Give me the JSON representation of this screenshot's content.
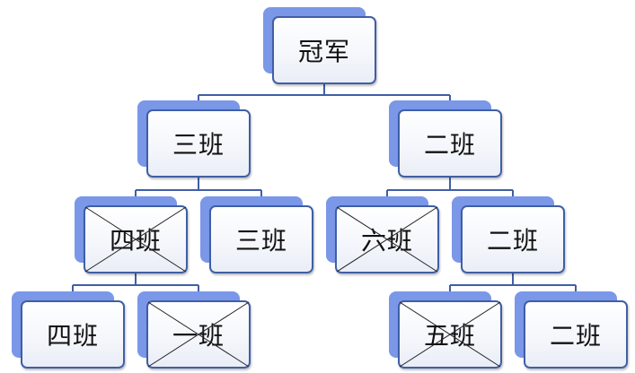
{
  "diagram": {
    "type": "tournament-bracket",
    "line_color": "#3f5fa6",
    "box_border_color": "#3f5fa6",
    "shadow_color": "#7b97e8",
    "nodes": [
      {
        "id": "champion",
        "label": "冠军",
        "eliminated": false
      },
      {
        "id": "left-semi",
        "label": "三班",
        "eliminated": false
      },
      {
        "id": "right-semi",
        "label": "二班",
        "eliminated": false
      },
      {
        "id": "left-quarter-a",
        "label": "四班",
        "eliminated": true
      },
      {
        "id": "left-quarter-b",
        "label": "三班",
        "eliminated": false
      },
      {
        "id": "right-quarter-a",
        "label": "六班",
        "eliminated": true
      },
      {
        "id": "right-quarter-b",
        "label": "二班",
        "eliminated": false
      },
      {
        "id": "left-first-a",
        "label": "四班",
        "eliminated": false
      },
      {
        "id": "left-first-b",
        "label": "一班",
        "eliminated": true
      },
      {
        "id": "right-first-a",
        "label": "五班",
        "eliminated": true
      },
      {
        "id": "right-first-b",
        "label": "二班",
        "eliminated": false
      }
    ],
    "edges": [
      [
        "champion",
        "left-semi"
      ],
      [
        "champion",
        "right-semi"
      ],
      [
        "left-semi",
        "left-quarter-a"
      ],
      [
        "left-semi",
        "left-quarter-b"
      ],
      [
        "right-semi",
        "right-quarter-a"
      ],
      [
        "right-semi",
        "right-quarter-b"
      ],
      [
        "left-quarter-a",
        "left-first-a"
      ],
      [
        "left-quarter-a",
        "left-first-b"
      ],
      [
        "right-quarter-b",
        "right-first-a"
      ],
      [
        "right-quarter-b",
        "right-first-b"
      ]
    ]
  }
}
